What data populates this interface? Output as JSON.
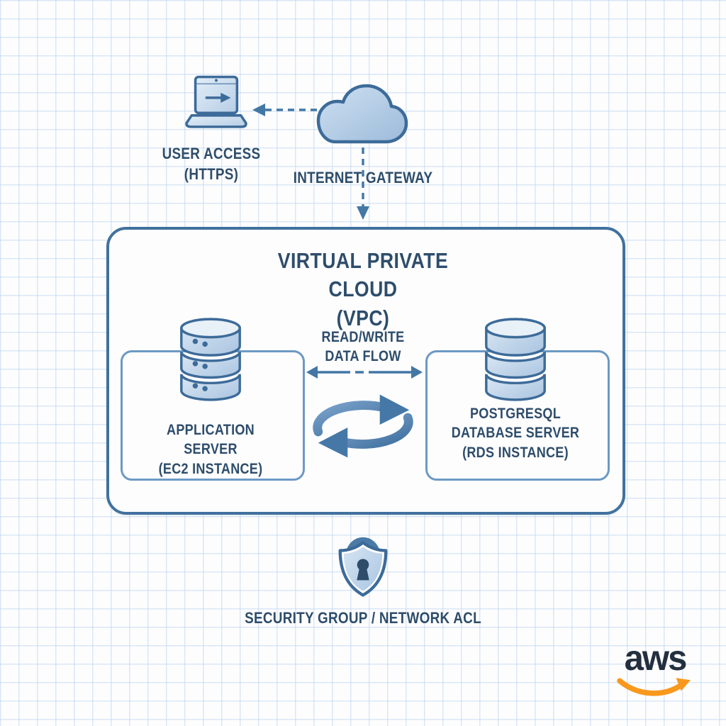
{
  "colors": {
    "ink": "#2e4d6b",
    "outline_blue": "#41719e",
    "inner_box_border": "#6d99c4",
    "icon_stroke": "#3d6b99",
    "icon_fill_light": "#dce9f5",
    "icon_fill_dark": "#a3c0dd",
    "grid_line": "#dce8f4",
    "aws_navy": "#232f3e",
    "aws_orange": "#f8991d"
  },
  "icons": {
    "laptop": "laptop-icon",
    "cloud": "internet-gateway-cloud-icon",
    "server_stack": "server-stack-icon",
    "database_stack": "database-stack-icon",
    "sync": "sync-arrows-icon",
    "shield_lock": "shield-lock-icon",
    "aws_smile": "aws-smile-swoosh-icon"
  },
  "nodes": {
    "user_access": {
      "line1": "USER ACCESS",
      "line2": "(HTTPS)"
    },
    "internet_gateway": {
      "label": "INTERNET GATEWAY"
    },
    "vpc": {
      "line1": "VIRTUAL PRIVATE CLOUD",
      "line2": "(VPC)"
    },
    "app_server": {
      "line1": "APPLICATION SERVER",
      "line2": "(EC2 INSTANCE)"
    },
    "data_flow": {
      "line1": "READ/WRITE",
      "line2": "DATA FLOW"
    },
    "db_server": {
      "line1": "POSTGRESQL",
      "line2": "DATABASE SERVER",
      "line3": "(RDS INSTANCE)"
    },
    "security": {
      "label": "SECURITY GROUP / NETWORK ACL"
    },
    "logo": {
      "text": "aws"
    }
  }
}
